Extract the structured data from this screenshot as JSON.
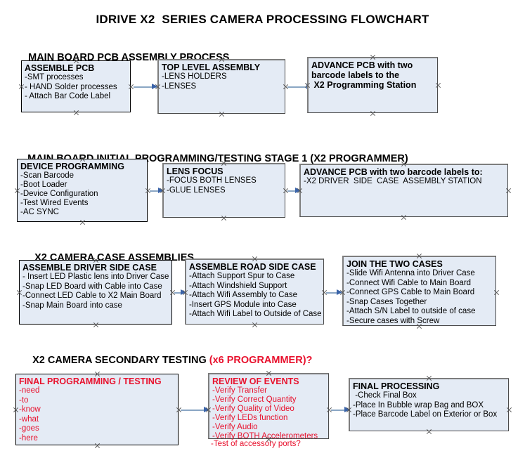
{
  "document": {
    "title": "IDRIVE X2  SERIES CAMERA PROCESSING FLOWCHART"
  },
  "colors": {
    "box_fill": "#e4ebf5",
    "box_border": "#000000",
    "box_shadow_border": "#7d7d7d",
    "accent_red": "#e8112d",
    "arrow_shaft": "#8aa6c4",
    "arrow_head": "#3a63a8",
    "text": "#000000"
  },
  "sections": [
    {
      "heading": "MAIN BOARD PCB ASSEMBLY PROCESS",
      "heading_accent": "",
      "boxes": [
        {
          "title": "ASSEMBLE PCB",
          "lines": [
            "-SMT processes",
            "- HAND Solder processes",
            "- Attach Bar Code Label"
          ]
        },
        {
          "title": "TOP LEVEL ASSEMBLY",
          "lines": [
            "-LENS HOLDERS",
            "-LENSES"
          ]
        },
        {
          "title": "ADVANCE PCB with two",
          "lines": [
            "barcode labels to the",
            " X2 Programming Station"
          ]
        }
      ]
    },
    {
      "heading": "MAIN BOARD INITIAL PROGRAMMING/TESTING STAGE 1 (X2 PROGRAMMER)",
      "heading_accent": "",
      "boxes": [
        {
          "title": "DEVICE PROGRAMMING",
          "lines": [
            "-Scan Barcode",
            "-Boot Loader",
            "-Device Configuration",
            "-Test Wired Events",
            "-AC SYNC"
          ]
        },
        {
          "title": "LENS FOCUS",
          "lines": [
            "-FOCUS BOTH LENSES",
            "-GLUE LENSES"
          ]
        },
        {
          "title": "ADVANCE PCB with two barcode labels to:",
          "lines": [
            "-X2 DRIVER  SIDE  CASE  ASSEMBLY STATION"
          ]
        }
      ]
    },
    {
      "heading": "X2 CAMERA CASE ASSEMBLIES",
      "heading_accent": "",
      "boxes": [
        {
          "title": "ASSEMBLE DRIVER SIDE CASE",
          "lines": [
            "- Insert LED Plastic lens into Driver Case",
            "-Snap LED Board with Cable into Case",
            "-Connect LED Cable to X2 Main Board",
            "-Snap Main Board into case"
          ]
        },
        {
          "title": "ASSEMBLE ROAD SIDE CASE",
          "lines": [
            "-Attach Support Spur to Case",
            "-Attach Windshield Support",
            "-Attach Wifi Assembly to Case",
            "-Insert GPS Module into Case",
            "-Attach Wifi Label to Outside of Case"
          ]
        },
        {
          "title": "JOIN THE TWO CASES",
          "lines": [
            "-Slide Wifi Antenna into Driver Case",
            "-Connect Wifi Cable to Main Board",
            "-Connect GPS Cable to Main Board",
            "-Snap Cases Together",
            "-Attach S/N Label to outside of case",
            "-Secure cases with Screw"
          ]
        }
      ]
    },
    {
      "heading": "X2 CAMERA SECONDARY TESTING ",
      "heading_accent": "(x6 PROGRAMMER)?",
      "boxes": [
        {
          "title": "FINAL PROGRAMMING / TESTING",
          "lines": [
            "-need",
            "-to",
            "-know",
            "-what",
            "-goes",
            "-here"
          ]
        },
        {
          "title": "REVIEW OF EVENTS",
          "lines": [
            "-Verify Transfer",
            "-Verify Correct Quantity",
            "-Verify Quality of Video",
            "-Verify LEDs function",
            "-Verify Audio",
            "-Verify BOTH Accelerometers"
          ],
          "overflow_line": "-Test of accessory ports?"
        },
        {
          "title": "FINAL PROCESSING",
          "lines": [
            " -Check Final Box",
            "-Place In Bubble wrap Bag and BOX",
            "-Place Barcode Label on Exterior or Box"
          ]
        }
      ]
    }
  ]
}
